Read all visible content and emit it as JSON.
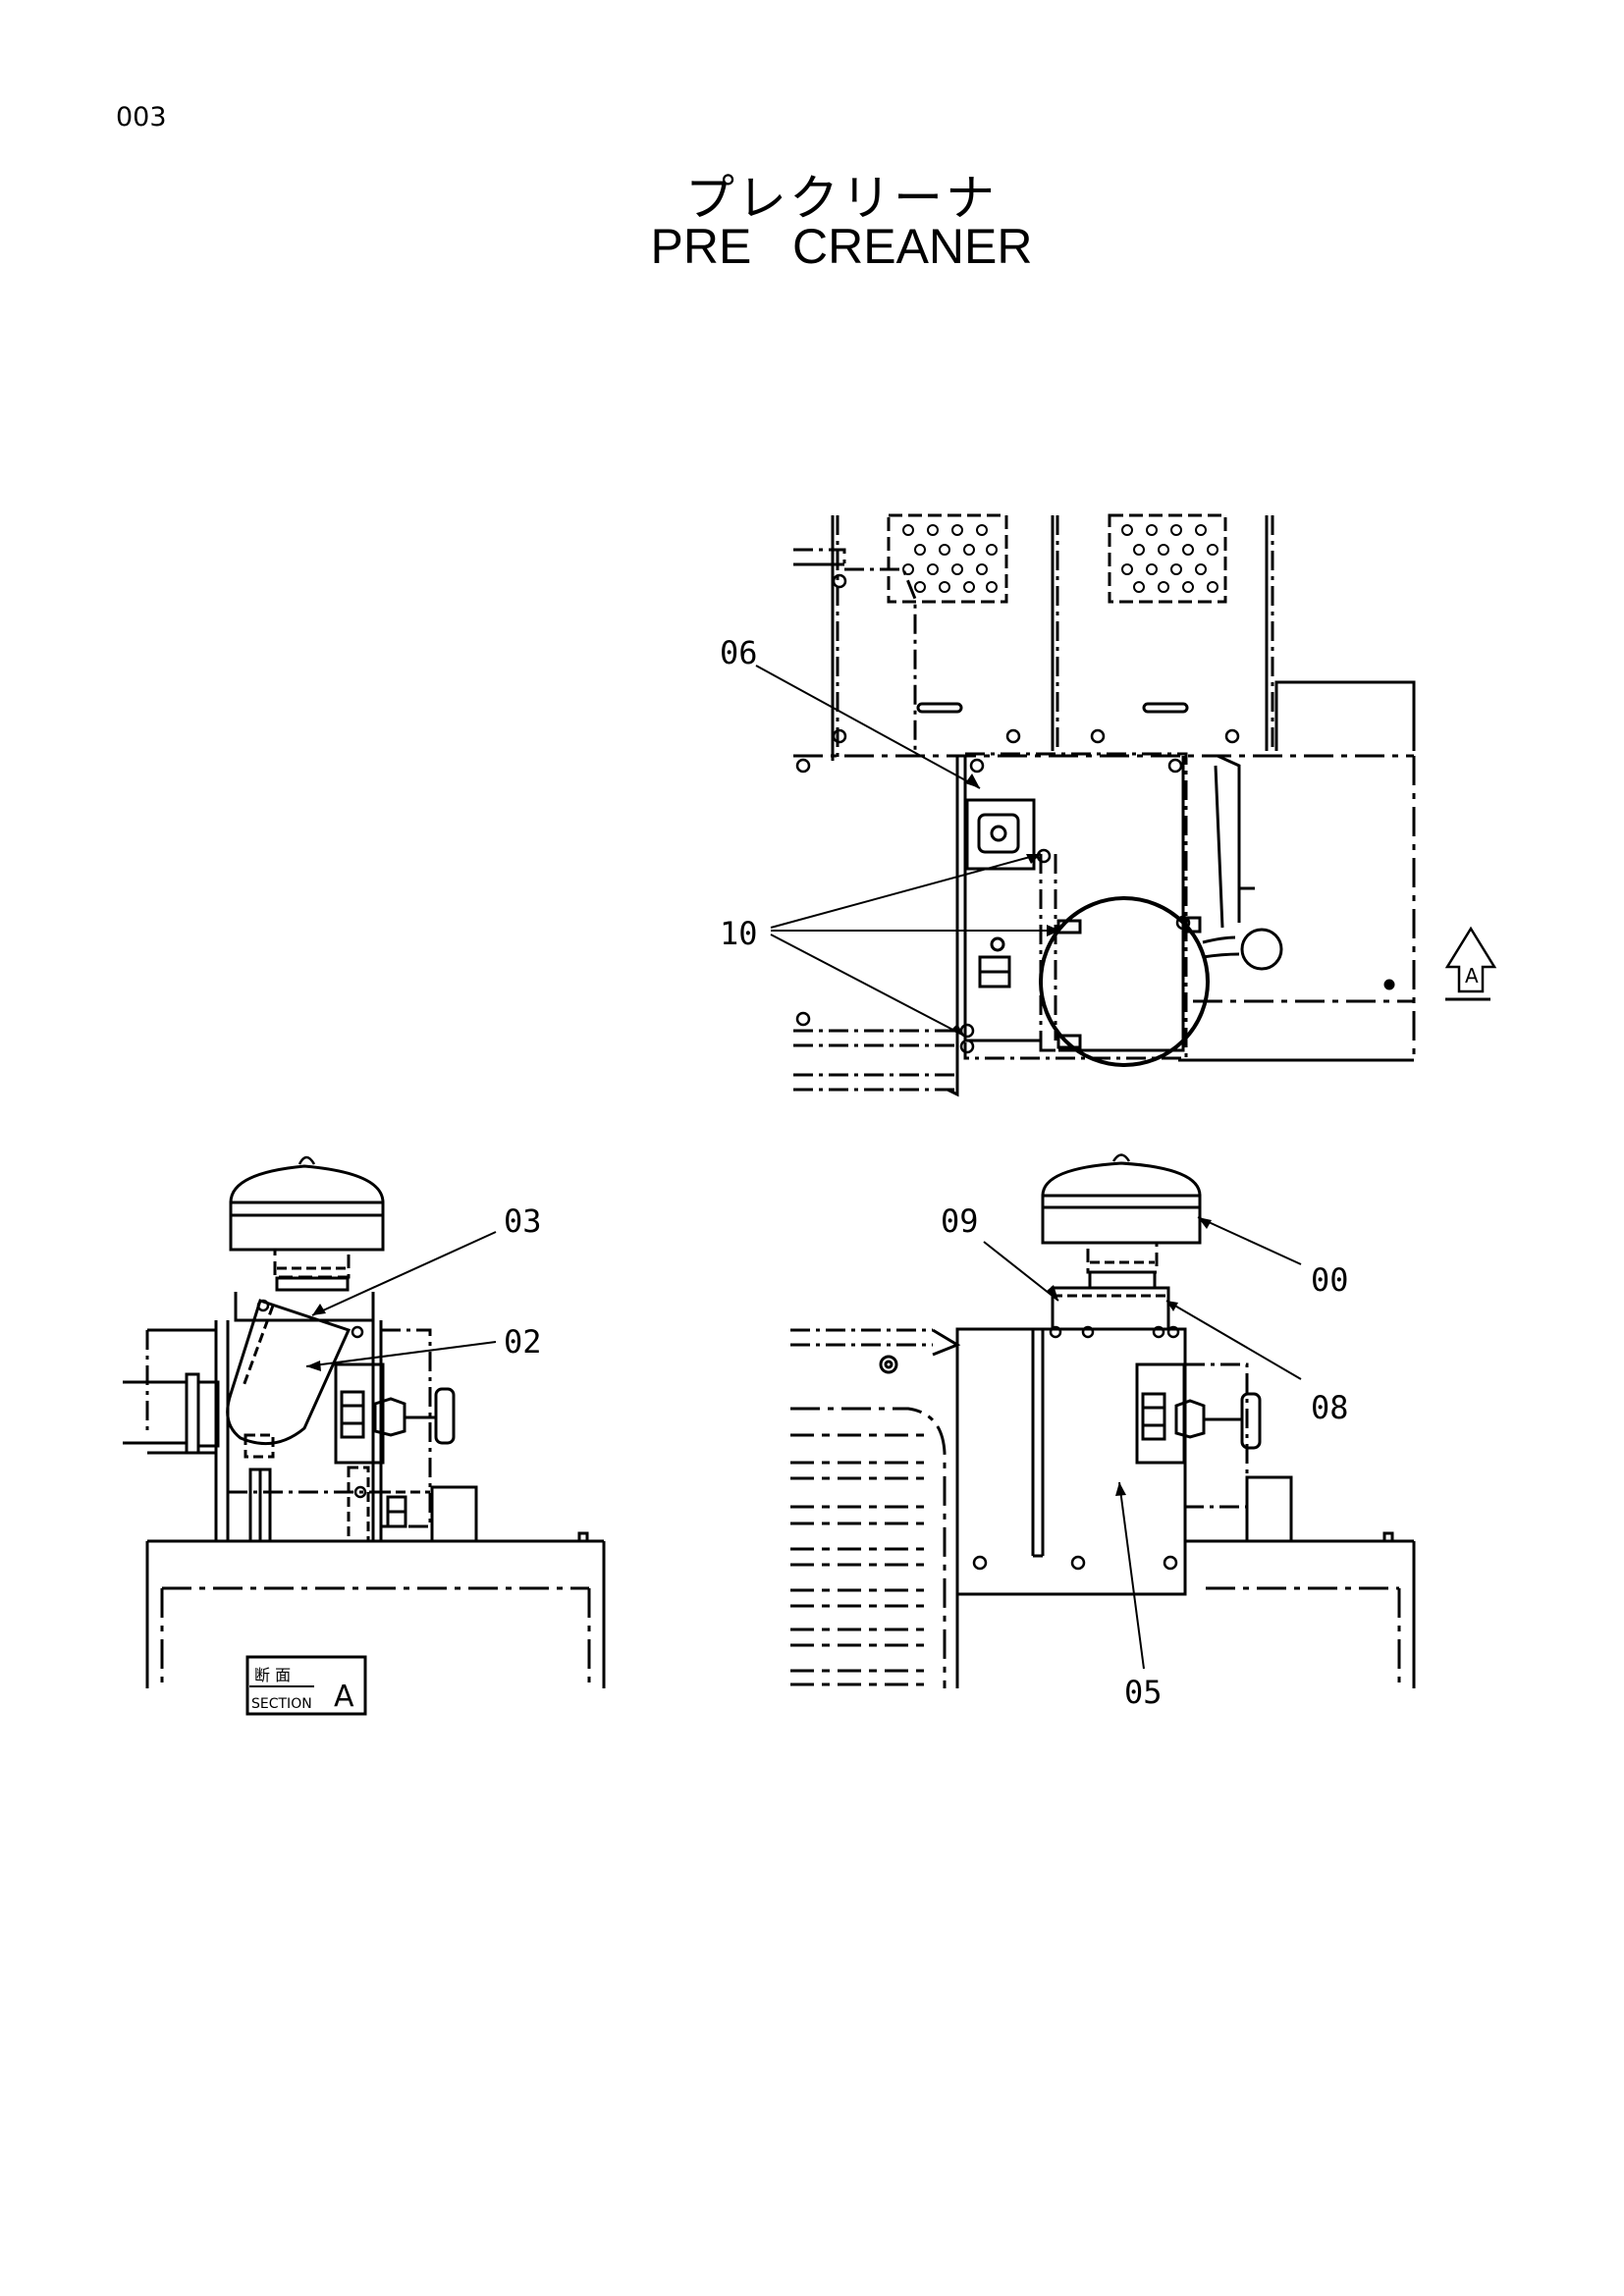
{
  "page": {
    "number": "003",
    "title_jp": "プレクリーナ",
    "title_en": "PRE   CREANER"
  },
  "callouts": {
    "c00": "00",
    "c02": "02",
    "c03": "03",
    "c05": "05",
    "c06": "06",
    "c08": "08",
    "c09": "09",
    "c10": "10"
  },
  "view_marker": {
    "letter": "A"
  },
  "section_box": {
    "kanji": "断 面",
    "word": "SECTION",
    "letter": "A"
  }
}
